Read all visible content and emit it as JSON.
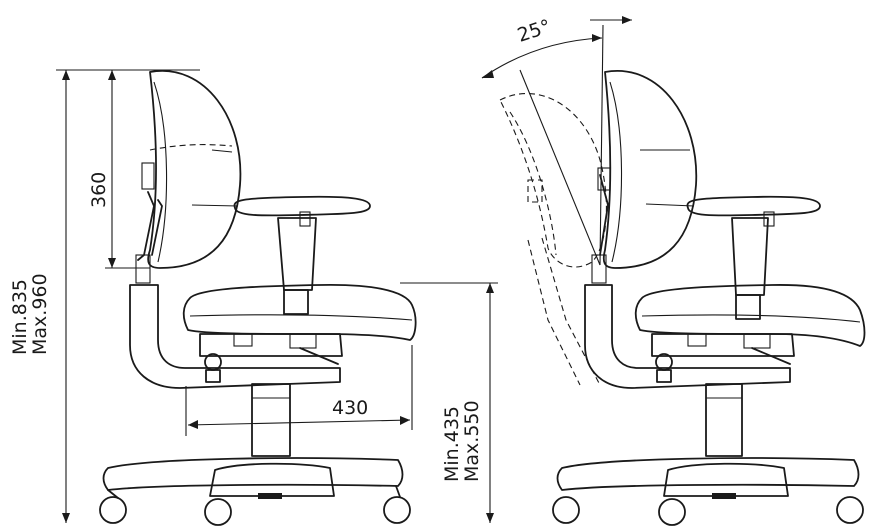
{
  "dimensions": {
    "total_height": {
      "min_label": "Min.835",
      "max_label": "Max.960"
    },
    "backrest_height": "360",
    "seat_depth": "430",
    "seat_height": {
      "min_label": "Min.435",
      "max_label": "Max.550"
    },
    "backrest_tilt": "25°"
  },
  "colors": {
    "ink": "#1a1a1a",
    "background": "#ffffff"
  }
}
